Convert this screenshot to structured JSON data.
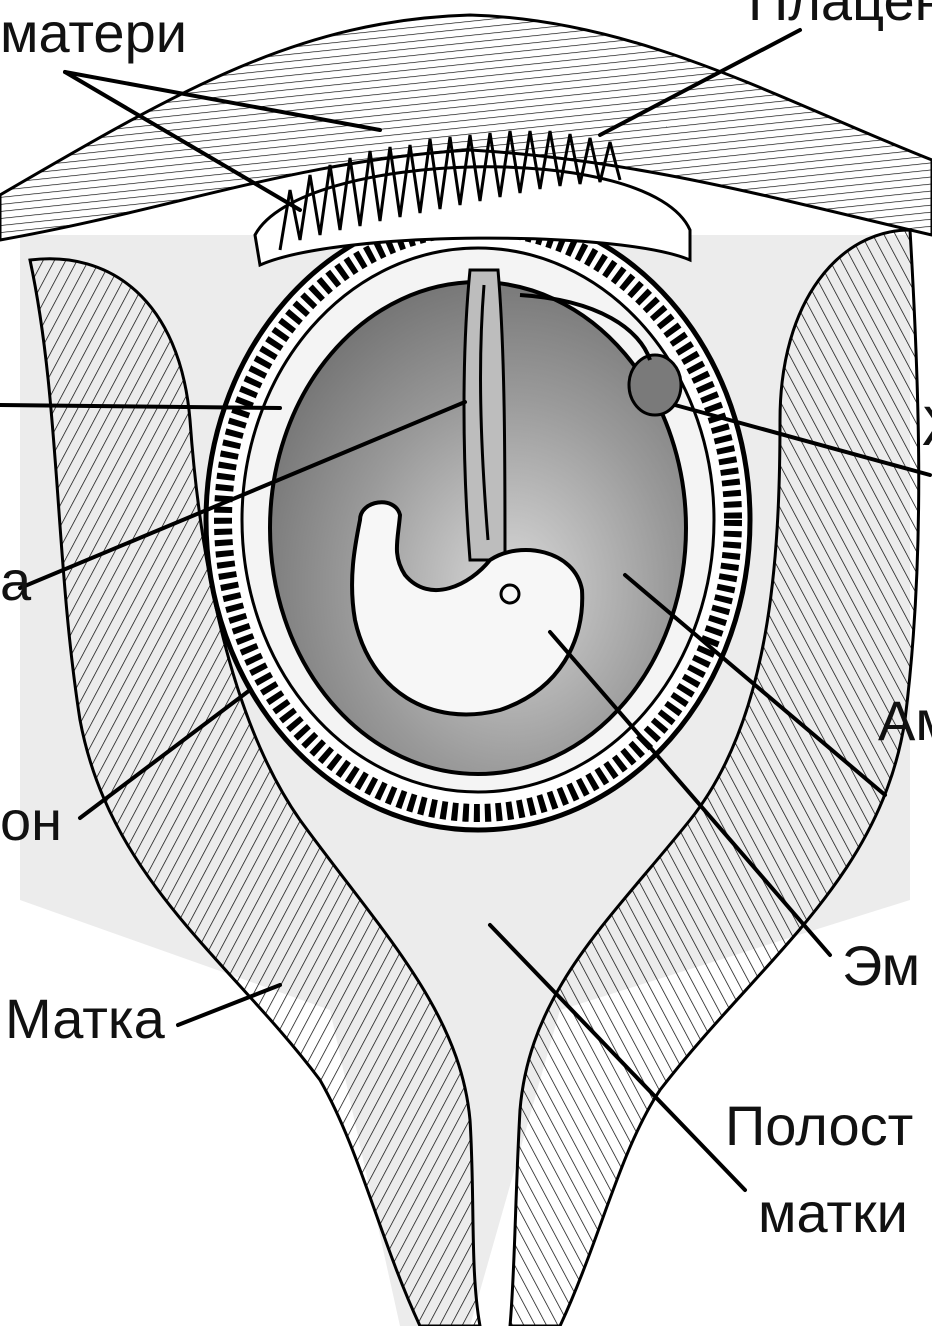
{
  "labels": {
    "mother": "матери",
    "placenta": "Плацен",
    "yolk": "Ж",
    "cord": "а",
    "chorion": "он",
    "amnion": "Ам",
    "embryo": "Эм",
    "uterus": "Матка",
    "cavity_line1": "Полост",
    "cavity_line2": "матки"
  },
  "colors": {
    "ink": "#000000",
    "cavity": "#e9e9e9",
    "amniotic_fluid": "#8e8e8e",
    "amniotic_fluid_light": "#c9c9c9",
    "embryo": "#f7f7f7",
    "yolk_sac": "#7a7a7a"
  }
}
